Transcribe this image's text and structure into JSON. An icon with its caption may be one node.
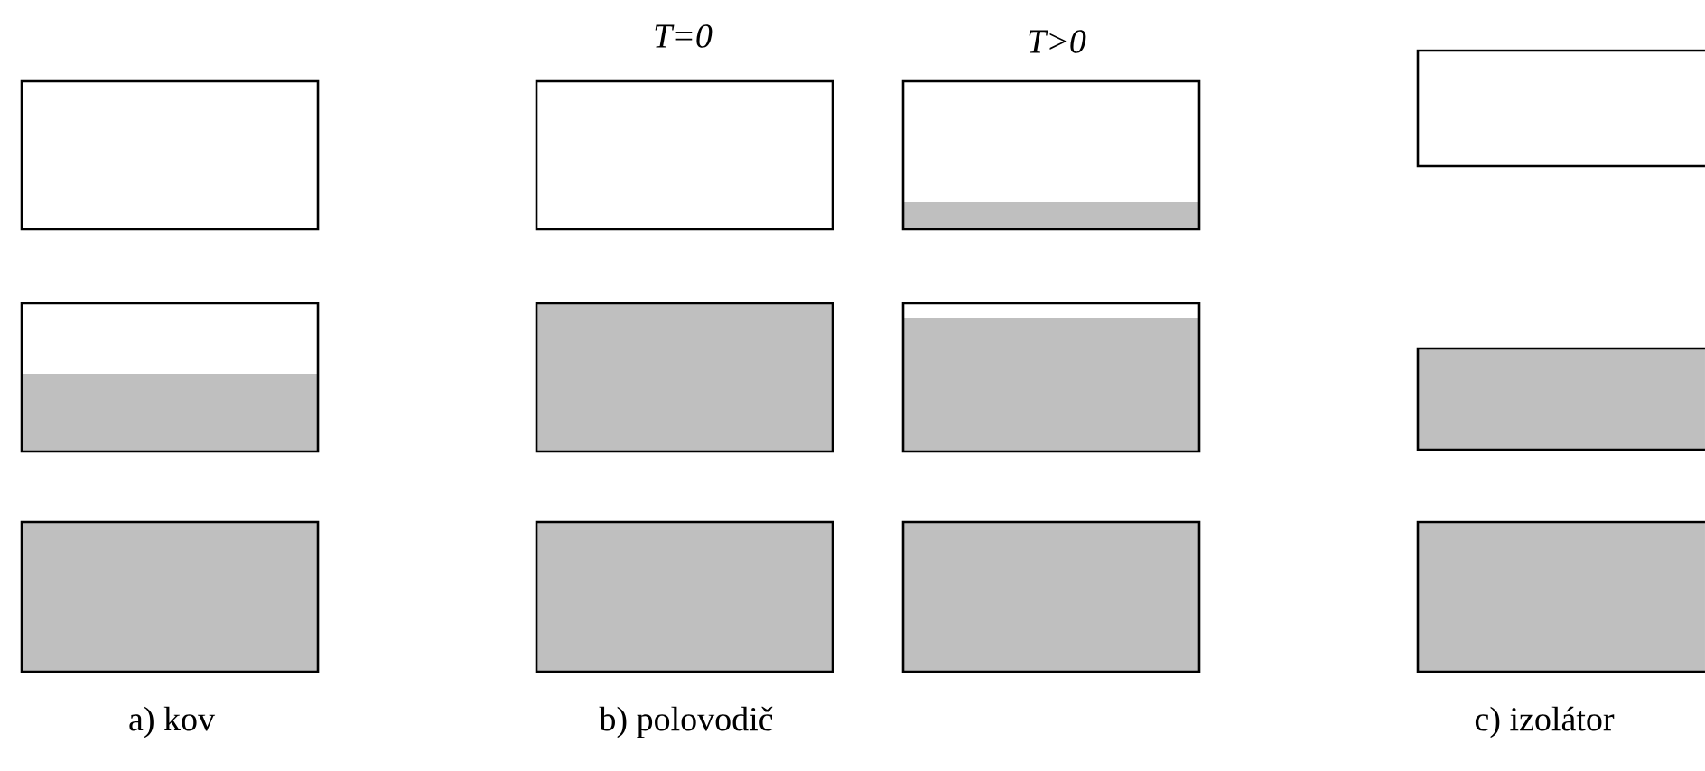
{
  "diagram": {
    "nodes": [
      {
        "text": [],
        "shape": "box"
      },
      {
        "text": [],
        "shape": "box"
      },
      {
        "text": [],
        "shape": "box"
      },
      {
        "text": [],
        "shape": "box"
      },
      {
        "text": [],
        "shape": "box"
      },
      {
        "text": [],
        "shape": "box"
      },
      {
        "text": [],
        "shape": "box"
      },
      {
        "text": [],
        "shape": "box"
      },
      {
        "text": [],
        "shape": "box"
      },
      {
        "text": [],
        "shape": "box"
      },
      {
        "text": [],
        "shape": "box"
      },
      {
        "text": [],
        "shape": "box"
      }
    ],
    "labels": [
      "T=0",
      "T>0",
      "a) kov",
      "b) polovodič",
      "c) izolátor"
    ]
  }
}
